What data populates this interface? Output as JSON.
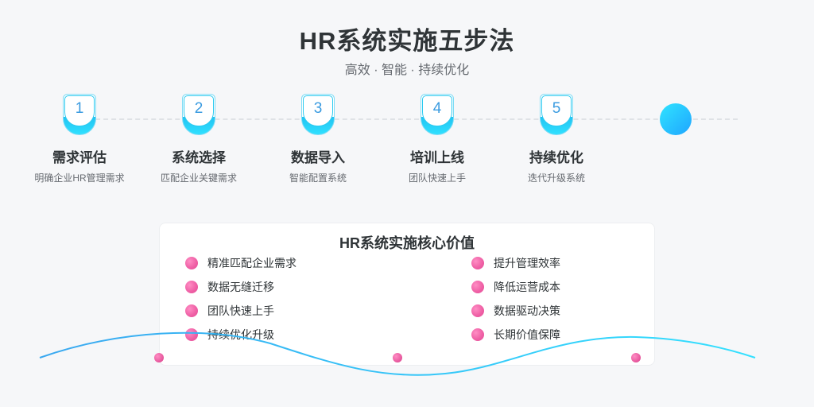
{
  "header": {
    "title": "HR系统实施五步法",
    "subtitle": "高效 · 智能 · 持续优化"
  },
  "steps": [
    {
      "number": "1",
      "title": "需求评估",
      "desc": "明确企业HR管理需求"
    },
    {
      "number": "2",
      "title": "系统选择",
      "desc": "匹配企业关键需求"
    },
    {
      "number": "3",
      "title": "数据导入",
      "desc": "智能配置系统"
    },
    {
      "number": "4",
      "title": "培训上线",
      "desc": "团队快速上手"
    },
    {
      "number": "5",
      "title": "持续优化",
      "desc": "迭代升级系统"
    }
  ],
  "values_card": {
    "title": "HR系统实施核心价值",
    "left": [
      "精准匹配企业需求",
      "数据无缝迁移",
      "团队快速上手",
      "持续优化升级"
    ],
    "right": [
      "提升管理效率",
      "降低运营成本",
      "数据驱动决策",
      "长期价值保障"
    ]
  },
  "colors": {
    "accent_cyan": "#2fe0ff",
    "accent_blue": "#3a9be0",
    "bullet_pink": "#ee5ea4",
    "wave_start": "#3aa8f0",
    "wave_end": "#33e0ff"
  }
}
